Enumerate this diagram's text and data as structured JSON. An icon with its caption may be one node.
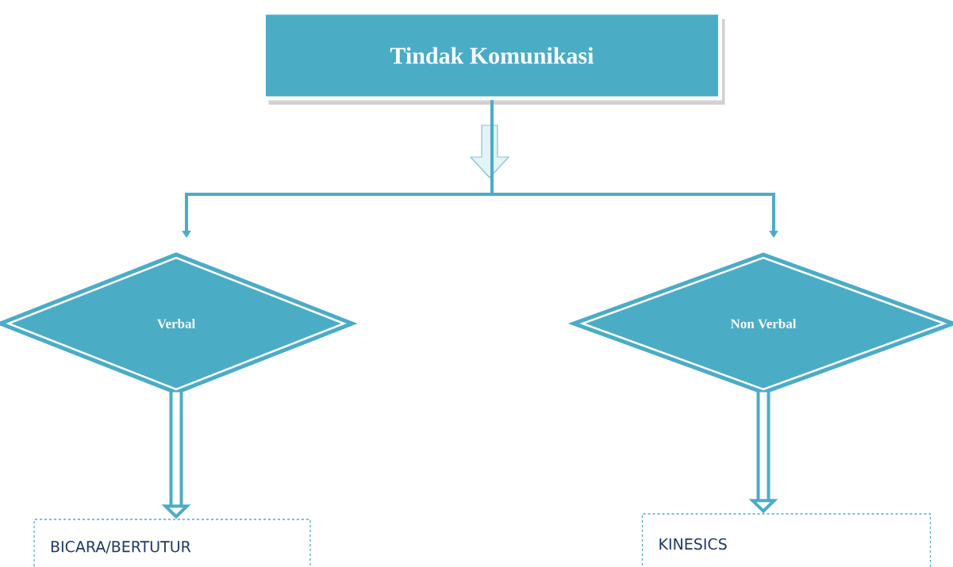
{
  "diagram": {
    "nodes": [
      {
        "text": [
          "Tindak Komunikasi"
        ]
      },
      {
        "text": [
          "Verbal"
        ]
      },
      {
        "text": [
          "Non Verbal"
        ]
      },
      {
        "text": [
          "BICARA/BERTUTUR"
        ]
      },
      {
        "text": [
          "KINESICS"
        ]
      }
    ],
    "edges": [
      {
        "from": 0,
        "to": 1,
        "arrow": "to"
      },
      {
        "from": 0,
        "to": 2,
        "arrow": "to"
      },
      {
        "from": 1,
        "to": 3,
        "arrow": "to",
        "style": "thick"
      },
      {
        "from": 2,
        "to": 4,
        "arrow": "to",
        "style": "thick"
      }
    ]
  }
}
